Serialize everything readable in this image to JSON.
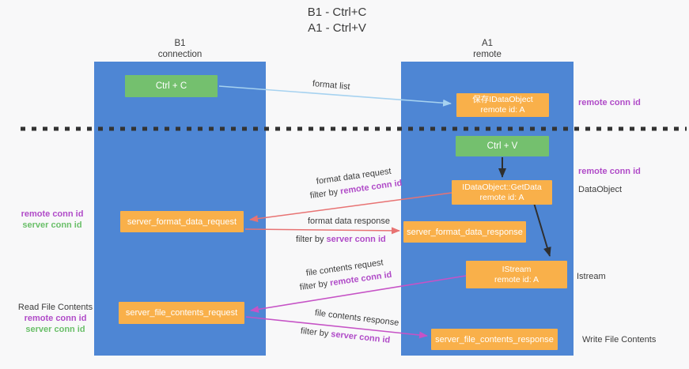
{
  "title": {
    "line1": "B1 - Ctrl+C",
    "line2": "A1 - Ctrl+V"
  },
  "columns": {
    "left": {
      "title": "B1",
      "subtitle": "connection"
    },
    "right": {
      "title": "A1",
      "subtitle": "remote"
    }
  },
  "boxes": {
    "ctrl_c": "Ctrl + C",
    "ctrl_v": "Ctrl + V",
    "store_idataobject": {
      "line1": "保存IDataObject",
      "line2": "remote id: A"
    },
    "getdata": {
      "line1": "IDataObject::GetData",
      "line2": "remote id: A"
    },
    "istream": {
      "line1": "IStream",
      "line2": "remote id: A"
    },
    "server_format_data_request": "server_format_data_request",
    "server_format_data_response": "server_format_data_response",
    "server_file_contents_request": "server_file_contents_request",
    "server_file_contents_response": "server_file_contents_response"
  },
  "flow_labels": {
    "format_list": "format list",
    "format_data_request": "format data request",
    "format_data_response": "format data response",
    "file_contents_request": "file contents request",
    "file_contents_response": "file contents response",
    "filter_prefix": "filter by",
    "remote_conn_id": "remote conn id",
    "server_conn_id": "server conn id"
  },
  "left_annotations": {
    "remote_conn_id": "remote conn id",
    "server_conn_id": "server conn id",
    "read_file_contents": "Read File Contents"
  },
  "right_annotations": {
    "remote_conn_id_top": "remote conn id",
    "remote_conn_id_mid": "remote conn id",
    "dataobject": "DataObject",
    "istream": "Istream",
    "write_file_contents": "Write File Contents"
  },
  "colors": {
    "column_blue": "#4e86d4",
    "box_green": "#74c06e",
    "box_orange": "#f9b04a",
    "arrow_light_blue": "#a6d2f0",
    "arrow_black": "#2f2f2f",
    "arrow_red": "#e87373",
    "arrow_magenta": "#c653c6",
    "text_purple": "#b04bc8",
    "text_green": "#6abf69"
  }
}
